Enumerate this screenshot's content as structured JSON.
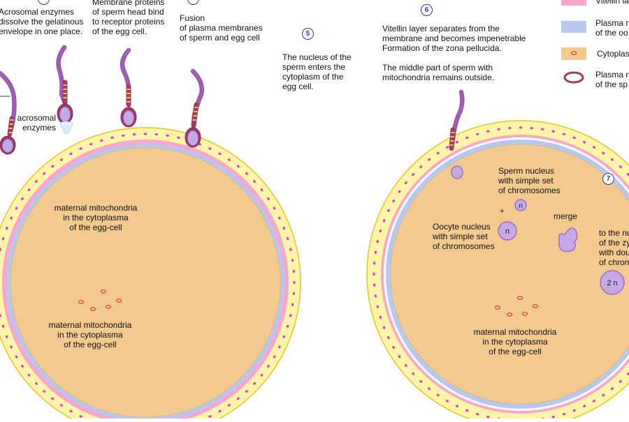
{
  "steps": {
    "s5": "5",
    "s6": "6",
    "s7": "7"
  },
  "labels": {
    "acrosomal_top": "Acrosomal enzymes\ndissolve the gelatinous\nenvelope in one place.",
    "membrane_proteins": "Membrane proteins\nof sperm head bind\nto receptor proteins\nof the egg cell.",
    "fusion": "Fusion\nof plasma membranes\nof sperm and egg cell",
    "nucleus_enters": "The nucleus of the\nsperm enters the\ncytoplasm of the\negg cell.",
    "vitellin_separates": "Vitellin layer separates from the\nmembrane and becomes impenetrable\nFormation of the zona pellucida.",
    "middle_part": "The middle part of sperm with\nmitochondria remains outside.",
    "acrosomal_side": "acrosomal\nenzymes",
    "mito_left_1": "maternal mitochondria\nin the cytoplasma\nof the egg-cell",
    "mito_left_2": "maternal mitochondria\nin the cytoplasma\nof the egg-cell",
    "mito_right": "maternal mitochondria\nin the cytoplasma\nof the egg-cell",
    "sperm_nucleus": "Sperm nucleus\nwith simple set\nof chromosomes",
    "oocyte_nucleus": "Oocyte nucleus\nwith simple set\nof chromosomes",
    "plus": "+",
    "merge": "merge",
    "zygote_nucleus": "to the nu\nof the zy\nwith dou\nof chron",
    "n_sperm": "n",
    "n_oocyte": "n",
    "two_n": "2 n"
  },
  "legend": {
    "vitellin": "Vitellin la",
    "plasma_oocyte": "Plasma n\nof the oo",
    "cytoplasm": "Cytoplas",
    "plasma_sperm": "Plasma n\nof the sp"
  },
  "colors": {
    "zona": "#fdf6a8",
    "zona_stroke": "#f0c020",
    "vitellin": "#f7a8cc",
    "plasma": "#b6c8ef",
    "cytoplasm": "#f2c98e",
    "granule": "#ee30c8",
    "sperm_purple": "#a25cbb",
    "sperm_dark": "#8e5a9b",
    "midpiece": "#a03a66",
    "midpiece_dots": "#f5c840",
    "nucleus_fill": "#c4a9e6",
    "nucleus_stroke": "#9a6fc6",
    "mito_red": "#e0203a",
    "step_blue": "#333399"
  }
}
